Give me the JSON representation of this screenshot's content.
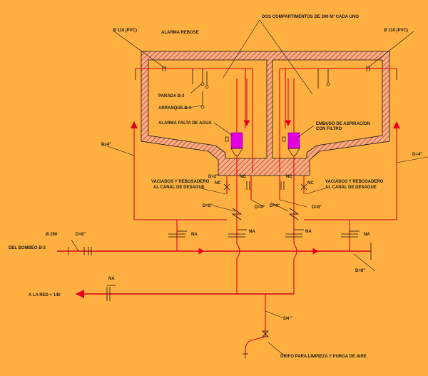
{
  "labels": {
    "compartments": "DOS COMPARTIMENTOS DE 300 M³ CADA UNO",
    "pipe_left": "Ø 110 (PVC)",
    "pipe_right": "Ø 110 (PVC)",
    "overflow_alarm": "ALARMA REBOSE",
    "stop": "PARADA B-3",
    "start": "ARRANQUE B-3",
    "water_alarm": "ALARMA FALTA DE AGUA",
    "suction_line1": "EMBUDO DE ASPIRACION",
    "suction_line2": "CON FILTRO",
    "d4_left": "D=4\"",
    "d4_right": "D=4\"",
    "d2": "D=2\"",
    "nc_left": "NC",
    "nc_mid_left": "NC",
    "nc_mid_right": "NC",
    "nc_right": "NC",
    "drain_left_1": "VACIADOS Y REBOSADERO",
    "drain_left_2": "AL CANAL DE DESAGUE",
    "drain_right_1": "VACIADOS Y REBOSADERO",
    "drain_right_2": "AL CANAL DE DESAGUE",
    "d8_left": "D=8\"",
    "d4_mid_left": "D=4\"",
    "d4_mid_right": "D=4\"",
    "d8_right": "D=8\"",
    "na_1": "NA",
    "na_2": "NA",
    "na_3": "NA",
    "na_4": "NA",
    "na_5": "NA",
    "phi200": "Ø 200",
    "d8_inlet": "D=8\"",
    "from_pump": "DEL BOMBEO B-3",
    "d8_outlet": "D=8\"",
    "to_network": "A LA RED + 140",
    "size34": "3/4 \"",
    "tap": "GRIFO PARA LIMPIEZA Y PURGA DE AIRE"
  },
  "colors": {
    "background": "#FFB040",
    "pipe": "#E4001B",
    "linework": "#111111",
    "filter": "#E000E0"
  }
}
